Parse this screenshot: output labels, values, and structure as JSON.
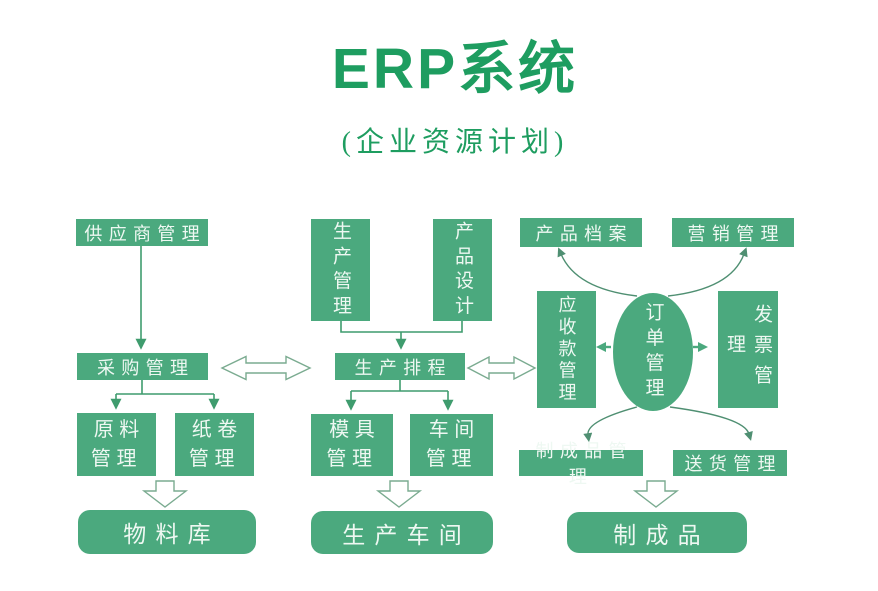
{
  "header": {
    "title": "ERP系统",
    "subtitle": "(企业资源计划)"
  },
  "colors": {
    "box_green": "#4ba97e",
    "title_green": "#1e9d60",
    "line_green": "#3f9c6e",
    "curve_green": "#4f8f72",
    "hollow_stroke": "#7aab90",
    "box_text": "#eef8f2",
    "background": "#ffffff"
  },
  "nodes": {
    "supplier": "供应商管理",
    "production_mgmt": "生产管理",
    "product_design": "产品设计",
    "product_archive": "产品档案",
    "marketing": "营销管理",
    "purchasing": "采购管理",
    "scheduling": "生产排程",
    "receivables": "应收款管理",
    "orders": "订单管理",
    "invoice": "发票管理",
    "raw_material": "原料管理",
    "paper_roll": "纸卷管理",
    "mold": "模具管理",
    "workshop": "车间管理",
    "finished_mgmt": "制成品管理",
    "delivery": "送货管理",
    "material_store": "物料库",
    "production_floor": "生产车间",
    "finished_goods": "制成品"
  },
  "edges": [
    {
      "from": "供应商管理",
      "to": "采购管理",
      "type": "arrow"
    },
    {
      "from": "生产管理",
      "to": "生产排程",
      "type": "arrow"
    },
    {
      "from": "产品设计",
      "to": "生产排程",
      "type": "arrow"
    },
    {
      "from": "采购管理",
      "to": "生产排程",
      "type": "double-hollow-arrow"
    },
    {
      "from": "生产排程",
      "to": "应收款管理",
      "type": "double-hollow-arrow"
    },
    {
      "from": "采购管理",
      "to": "原料管理",
      "type": "arrow"
    },
    {
      "from": "采购管理",
      "to": "纸卷管理",
      "type": "arrow"
    },
    {
      "from": "生产排程",
      "to": "模具管理",
      "type": "arrow"
    },
    {
      "from": "生产排程",
      "to": "车间管理",
      "type": "arrow"
    },
    {
      "from": "订单管理",
      "to": "产品档案",
      "type": "curved-arrow"
    },
    {
      "from": "订单管理",
      "to": "营销管理",
      "type": "curved-arrow"
    },
    {
      "from": "订单管理",
      "to": "应收款管理",
      "type": "arrow"
    },
    {
      "from": "订单管理",
      "to": "发票管理",
      "type": "arrow"
    },
    {
      "from": "订单管理",
      "to": "制成品管理",
      "type": "curved-arrow"
    },
    {
      "from": "订单管理",
      "to": "送货管理",
      "type": "curved-arrow"
    },
    {
      "from": "原料管理/纸卷管理",
      "to": "物料库",
      "type": "block-arrow"
    },
    {
      "from": "模具管理/车间管理",
      "to": "生产车间",
      "type": "block-arrow"
    },
    {
      "from": "制成品管理",
      "to": "制成品",
      "type": "block-arrow"
    }
  ]
}
